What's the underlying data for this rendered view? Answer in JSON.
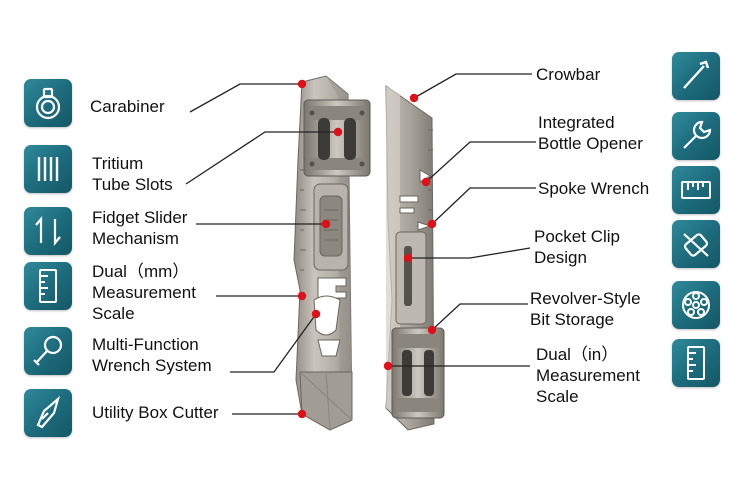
{
  "left_features": [
    {
      "lines": [
        "Carabiner"
      ],
      "icon": "ring-icon"
    },
    {
      "lines": [
        "Tritium",
        "Tube Slots"
      ],
      "icon": "tube-slots-icon"
    },
    {
      "lines": [
        "Fidget Slider",
        "Mechanism"
      ],
      "icon": "slider-arrows-icon"
    },
    {
      "lines": [
        "Dual（mm）",
        "Measurement",
        "Scale"
      ],
      "icon": "ruler-icon"
    },
    {
      "lines": [
        "Multi-Function",
        "Wrench System"
      ],
      "icon": "wrench-ring-icon"
    },
    {
      "lines": [
        "Utility Box Cutter"
      ],
      "icon": "blade-icon"
    }
  ],
  "right_features": [
    {
      "lines": [
        "Crowbar"
      ],
      "icon": "crowbar-icon"
    },
    {
      "lines": [
        "Integrated",
        "Bottle Opener"
      ],
      "icon": "wrench-icon"
    },
    {
      "lines": [
        "Spoke Wrench"
      ],
      "icon": "spoke-ruler-icon"
    },
    {
      "lines": [
        "Pocket Clip",
        "Design"
      ],
      "icon": "clip-icon"
    },
    {
      "lines": [
        "Revolver-Style",
        "Bit Storage"
      ],
      "icon": "revolver-icon"
    },
    {
      "lines": [
        "Dual（in）",
        "Measurement",
        "Scale"
      ],
      "icon": "ruler-icon"
    }
  ],
  "colors": {
    "tile": "#1f6f80",
    "callout_dot": "#e0101a",
    "leader_line": "#222222",
    "tool_metal": "#a9a59c"
  }
}
